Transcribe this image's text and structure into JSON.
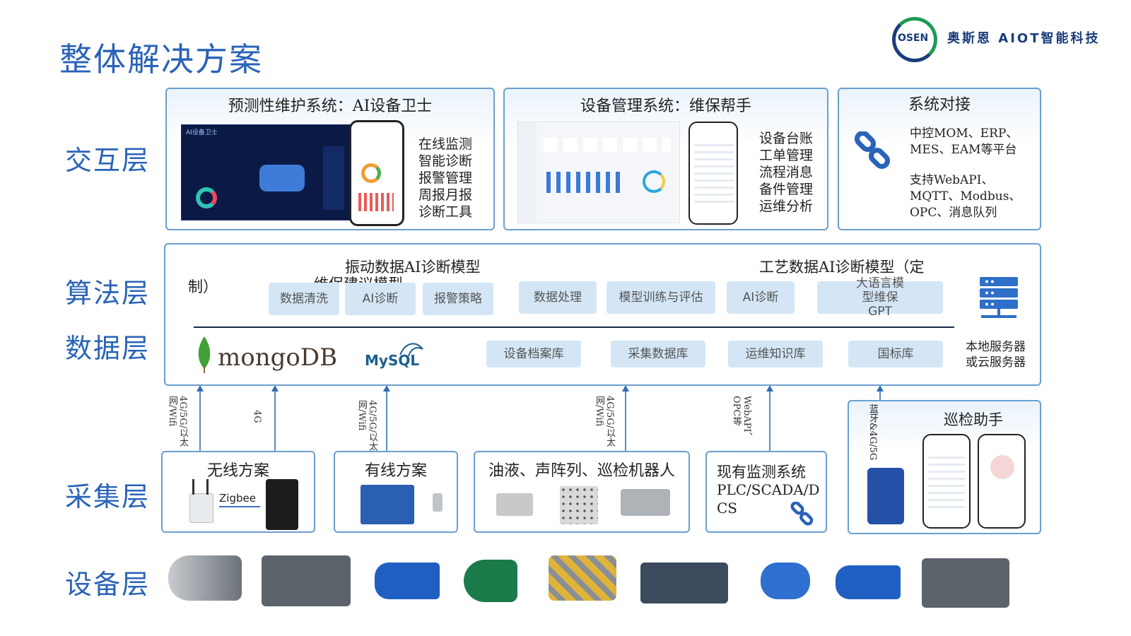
{
  "title": "整体解决方案",
  "logo": {
    "mark": "OSEN",
    "text": "奥斯恩 AIOT智能科技"
  },
  "layers": {
    "interaction": "交互层",
    "algorithm": "算法层",
    "data": "数据层",
    "collection": "采集层",
    "device": "设备层"
  },
  "interaction": {
    "predictive": {
      "title": "预测性维护系统：AI设备卫士",
      "features": [
        "在线监测",
        "智能诊断",
        "报警管理",
        "周报月报",
        "诊断工具"
      ],
      "screen_title": "AI设备卫士"
    },
    "equipment": {
      "title": "设备管理系统：维保帮手",
      "features": [
        "设备台账",
        "工单管理",
        "流程消息",
        "备件管理",
        "运维分析"
      ]
    },
    "integration": {
      "title": "系统对接",
      "line1": "中控MOM、ERP、MES、EAM等平台",
      "line2": "支持WebAPI、MQTT、Modbus、OPC、消息队列"
    }
  },
  "algorithm": {
    "vibration_title": "振动数据AI诊断模型",
    "process_title": "工艺数据AI诊断模型（定",
    "process_title_cont": "制）",
    "overlap_text": "维保建议模型",
    "chips": [
      "数据清洗",
      "AI诊断",
      "报警策略",
      "数据处理",
      "模型训练与评估",
      "AI诊断",
      "大语言模型维保GPT"
    ],
    "server_label": "本地服务器或云服务器"
  },
  "data": {
    "mongodb": "mongoDB",
    "mysql": "MySQL",
    "chips": [
      "设备档案库",
      "采集数据库",
      "运维知识库",
      "国标库"
    ]
  },
  "links": [
    "4G/5G/以太网/Wifi",
    "4G",
    "4G/5G/以太网/Wifi",
    "4G/5G/以太网/Wifi",
    "WebAPI、OPC等",
    "蓝牙&4G/5G"
  ],
  "collection": {
    "wireless": {
      "title": "无线方案",
      "zigbee": "Zigbee"
    },
    "wired": {
      "title": "有线方案"
    },
    "oil": {
      "title": "油液、声阵列、巡检机器人"
    },
    "existing": {
      "title": "现有监测系统",
      "line2": "PLC/SCADA/DCS"
    },
    "inspection": {
      "title": "巡检助手"
    }
  },
  "colors": {
    "accent": "#2a63b8",
    "panel_border": "#6a9fd0",
    "chip": "#d4e6f6",
    "dark_screen": "#0b1a44"
  },
  "icons": [
    "link-icon",
    "server-icon",
    "mongodb-leaf-icon",
    "mysql-dolphin-icon"
  ]
}
